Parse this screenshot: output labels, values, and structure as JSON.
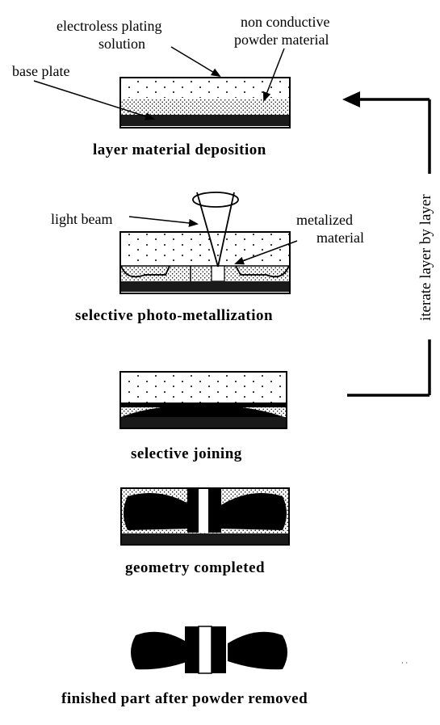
{
  "labels": {
    "electroless_plating_solution_line1": "electroless plating",
    "electroless_plating_solution_line2": "solution",
    "non_conductive_powder_line1": "non conductive",
    "non_conductive_powder_line2": "powder material",
    "base_plate": "base plate",
    "light_beam": "light beam",
    "metalized_material_line1": "metalized",
    "metalized_material_line2": "material",
    "iterate": "iterate layer by layer",
    "small_mark": "· ·"
  },
  "steps": [
    {
      "caption": "layer material deposition"
    },
    {
      "caption": "selective photo-metallization"
    },
    {
      "caption": "selective joining"
    },
    {
      "caption": "geometry completed"
    },
    {
      "caption": "finished part after powder removed"
    }
  ],
  "colors": {
    "ink": "#000000",
    "paper": "#ffffff",
    "base_plate": "#1a1a1a"
  }
}
